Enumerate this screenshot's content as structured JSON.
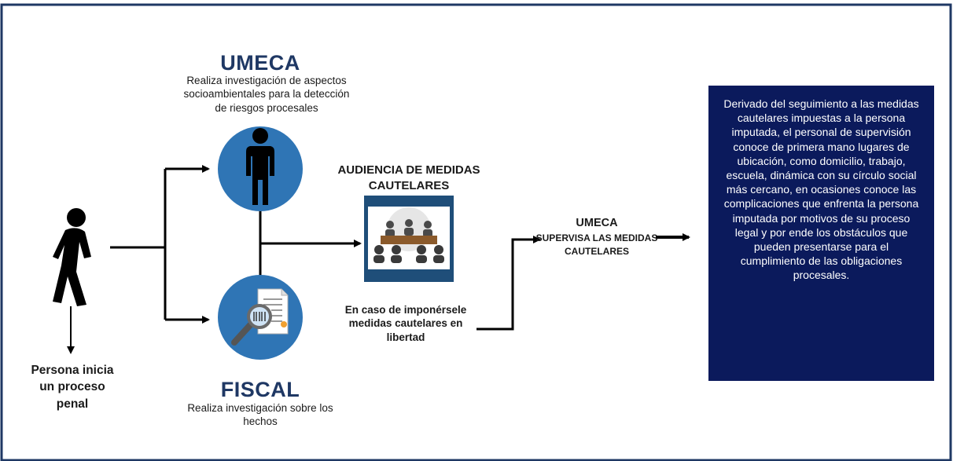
{
  "colors": {
    "border": "#1f3864",
    "circle": "#2f75b5",
    "box": "#0b1a5c",
    "title": "#1f3864"
  },
  "umeca_top": {
    "title": "UMECA",
    "description": "Realiza investigación de aspectos socioambientales para la detección de riesgos procesales"
  },
  "fiscal": {
    "title": "FISCAL",
    "description": "Realiza investigación sobre los hechos"
  },
  "persona": {
    "label": "Persona inicia un proceso penal"
  },
  "audiencia": {
    "title": "AUDIENCIA DE MEDIDAS CAUTELARES"
  },
  "condition": {
    "text": "En caso de imponérsele medidas cautelares en libertad"
  },
  "umeca_right": {
    "title": "UMECA",
    "subtitle": "SUPERVISA LAS MEDIDAS CAUTELARES"
  },
  "info_box": {
    "text": "Derivado del seguimiento a las medidas cautelares impuestas a la persona imputada, el personal de supervisión conoce de primera mano lugares de ubicación, como domicilio, trabajo, escuela, dinámica con su círculo social más cercano, en ocasiones conoce las complicaciones que enfrenta la persona imputada por motivos de su proceso legal y por ende los obstáculos que pueden presentarse para el cumplimiento de las obligaciones procesales."
  },
  "icons": [
    "walking-person-icon",
    "standing-person-icon",
    "document-magnifier-icon",
    "hearing-meeting-icon"
  ]
}
